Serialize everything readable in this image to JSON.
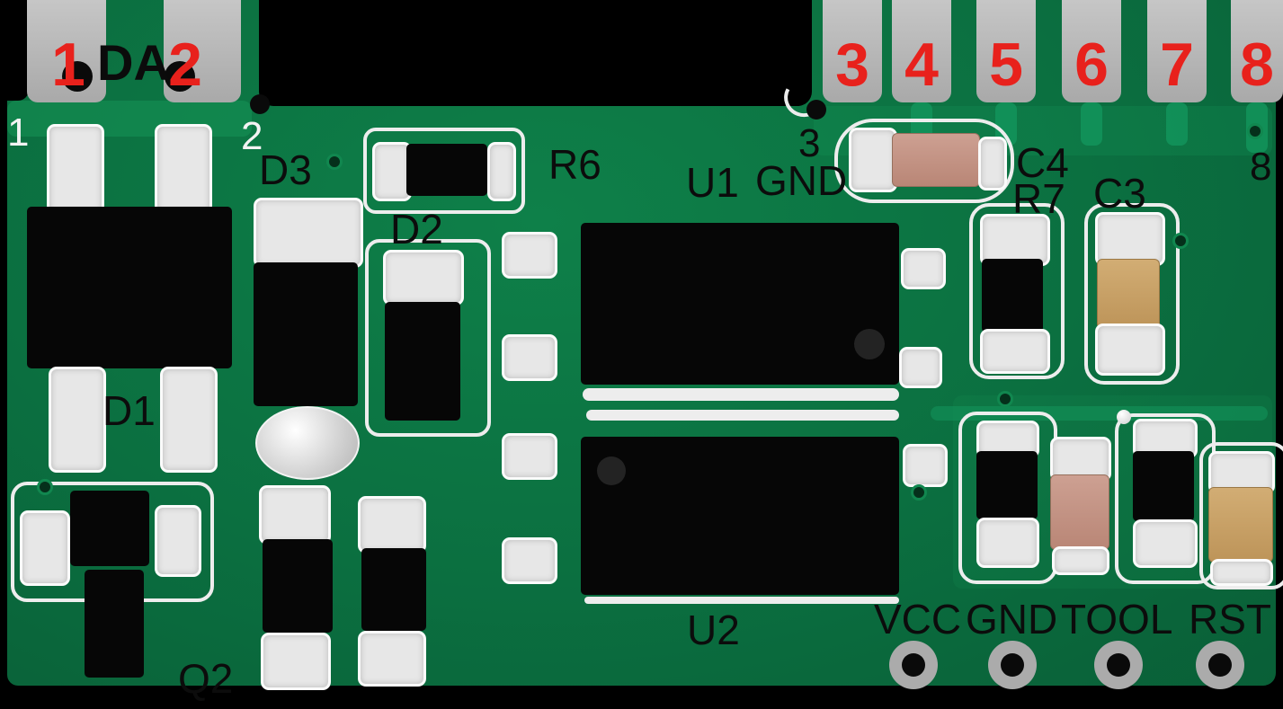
{
  "pins": {
    "top_left": [
      {
        "number": "1"
      },
      {
        "number": "2"
      }
    ],
    "top_right": [
      {
        "number": "3"
      },
      {
        "number": "4"
      },
      {
        "number": "5"
      },
      {
        "number": "6"
      },
      {
        "number": "7"
      },
      {
        "number": "8"
      }
    ],
    "da_label": "DA",
    "board_silkscreen": {
      "pin1": "1",
      "pin2": "2",
      "pin3": "3",
      "pin8": "8"
    },
    "gnd_top": "GND"
  },
  "components": {
    "u1": "U1",
    "u2": "U2",
    "d1": "D1",
    "d2": "D2",
    "d3": "D3",
    "q2": "Q2",
    "r6": "R6",
    "r7": "R7",
    "c3": "C3",
    "c4": "C4"
  },
  "programming_pads": [
    {
      "label": "VCC"
    },
    {
      "label": "GND"
    },
    {
      "label": "TOOL"
    },
    {
      "label": "RST"
    }
  ],
  "colors": {
    "background": "#000000",
    "pcb_green": "#0b6f40",
    "trace_green": "#12925a",
    "edge_pad_gray": "#b8b8b8",
    "annotation_red": "#e8211c",
    "annotation_black": "#0c0c0c",
    "silkscreen_white": "#ededed",
    "component_black": "#060606",
    "capacitor_pink_tan": "#c09186",
    "capacitor_yellow_tan": "#c8a26b"
  }
}
